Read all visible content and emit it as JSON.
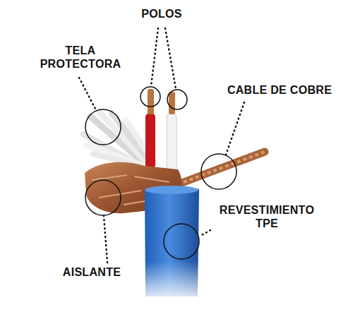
{
  "diagram": {
    "labels": [
      "POLOS",
      "TELA PROTECTORA",
      "CABLE DE COBRE",
      "AISLANTE",
      "REVESTIMIENTO TPE"
    ]
  }
}
